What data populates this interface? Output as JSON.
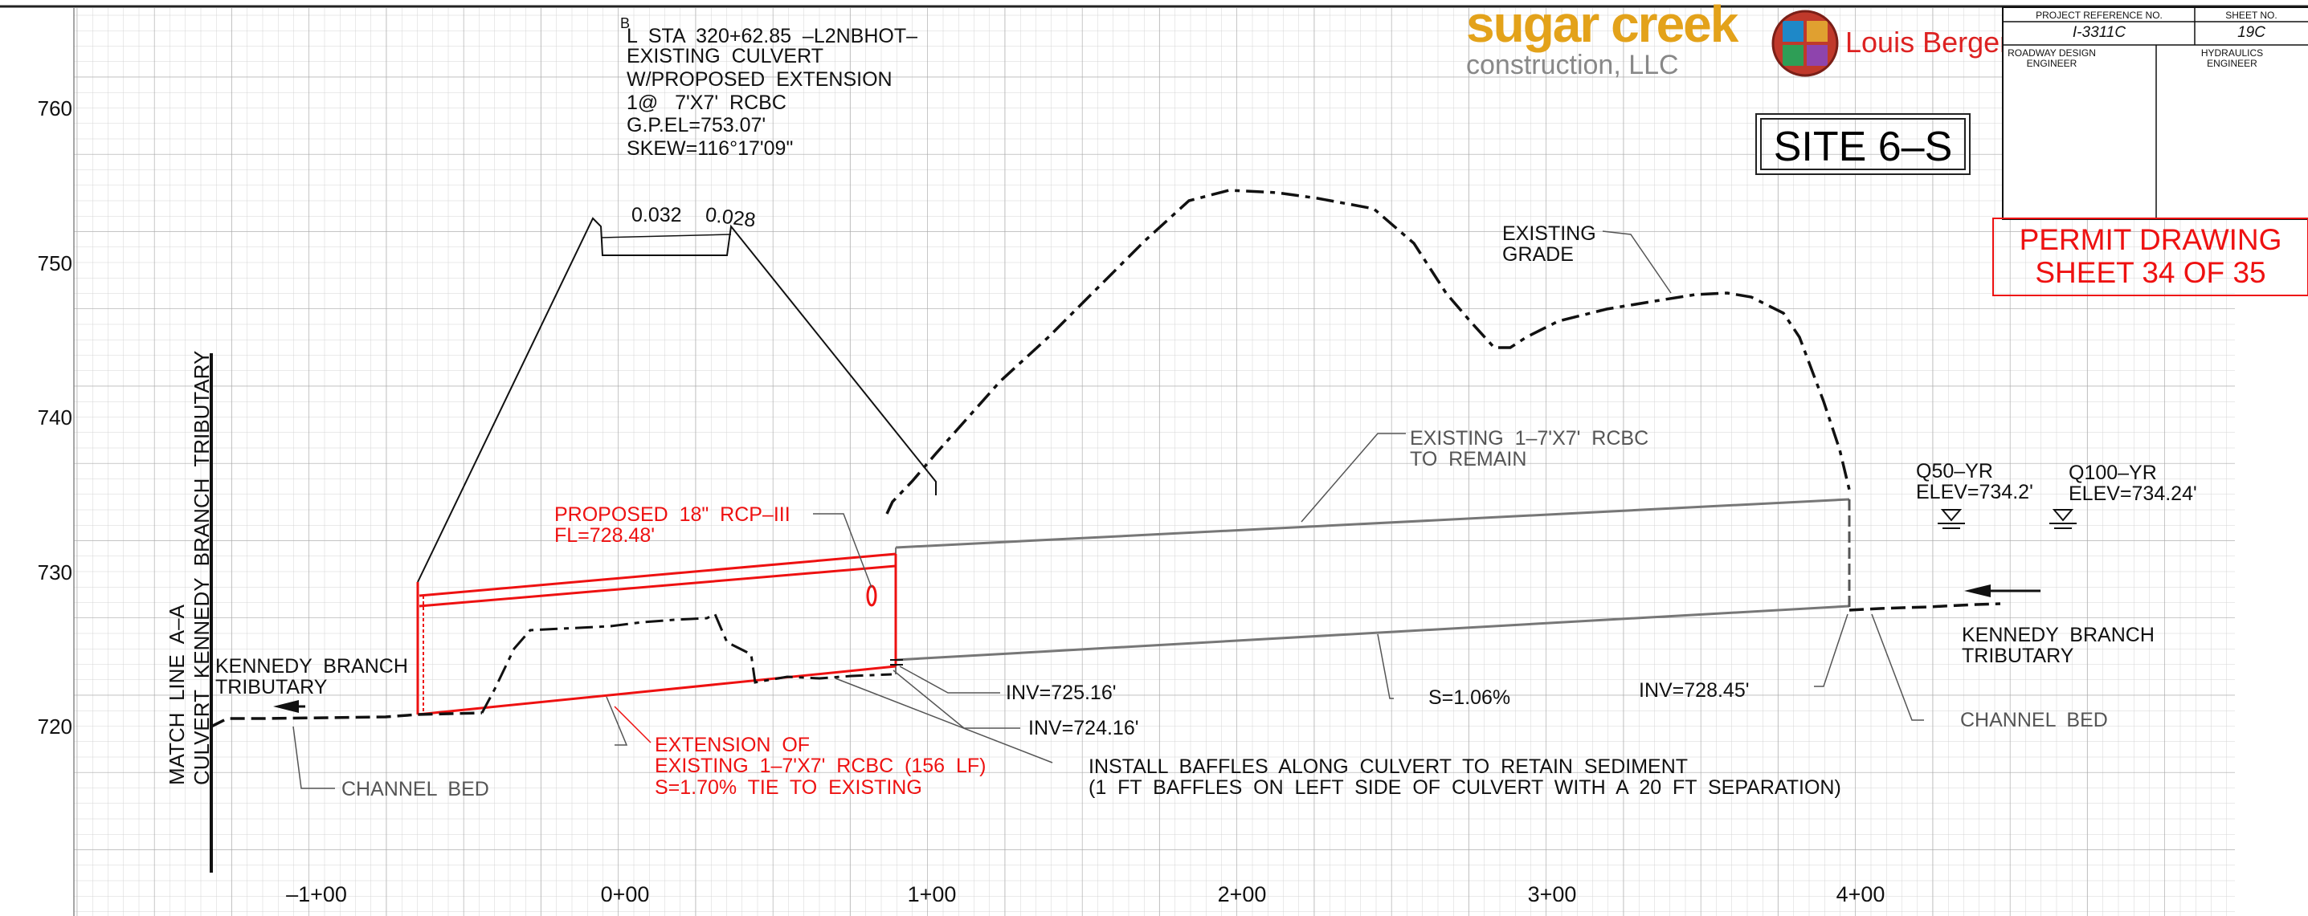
{
  "title_block": {
    "project_reference_label": "PROJECT REFERENCE NO.",
    "project_reference_value": "I-3311C",
    "sheet_no_label": "SHEET NO.",
    "sheet_no_value": "19C",
    "roadway_label": "ROADWAY DESIGN\nENGINEER",
    "hydraulics_label": "HYDRAULICS\nENGINEER"
  },
  "logos": {
    "sugar_creek_line1": "sugar creek",
    "sugar_creek_line2": "construction, LLC",
    "louis_berger": "Louis Berger"
  },
  "site_label": "SITE  6–S",
  "permit": {
    "line1": "PERMIT  DRAWING",
    "line2": "SHEET  34  OF  35"
  },
  "station_note": {
    "station": "L  STA  320+62.85  –L2NBHOT–",
    "lines": "EXISTING  CULVERT\nW/PROPOSED  EXTENSION\n1@   7'X7'  RCBC\nG.P.EL=753.07'\nSKEW=116°17'09\""
  },
  "match_line": "MATCH  LINE  A–A\nCULVERT  KENNEDY  BRANCH  TRIBUTARY",
  "elevation_labels": [
    "760",
    "750",
    "740",
    "730",
    "720"
  ],
  "station_labels": [
    "–1+00",
    "0+00",
    "1+00",
    "2+00",
    "3+00",
    "4+00"
  ],
  "slopes": {
    "left": "0.032",
    "right": "0.028"
  },
  "labels": {
    "existing_grade": "EXISTING\nGRADE",
    "existing_rcbc": "EXISTING  1–7'X7'  RCBC\nTO  REMAIN",
    "proposed_rcp": "PROPOSED  18\"  RCP–III\nFL=728.48'",
    "kennedy_left": "KENNEDY  BRANCH\nTRIBUTARY",
    "kennedy_right": "KENNEDY  BRANCH\nTRIBUTARY",
    "channel_bed_left": "CHANNEL  BED",
    "channel_bed_right": "CHANNEL  BED",
    "extension": "EXTENSION  OF\nEXISTING  1–7'X7'  RCBC  (156  LF)\nS=1.70%  TIE  TO  EXISTING",
    "baffles": "INSTALL  BAFFLES  ALONG  CULVERT  TO  RETAIN  SEDIMENT\n(1  FT  BAFFLES  ON  LEFT  SIDE  OF  CULVERT  WITH  A  20  FT  SEPARATION)",
    "inv_upper": "INV=725.16'",
    "inv_lower": "INV=724.16'",
    "slope_existing": "S=1.06%",
    "inv_outlet": "INV=728.45'",
    "q50": "Q50–YR\nELEV=734.2'",
    "q100": "Q100–YR\nELEV=734.24'"
  },
  "colors": {
    "grid": "#c4c4c4",
    "proposed": "#e11111",
    "existing": "#111111",
    "leader": "#666666"
  }
}
